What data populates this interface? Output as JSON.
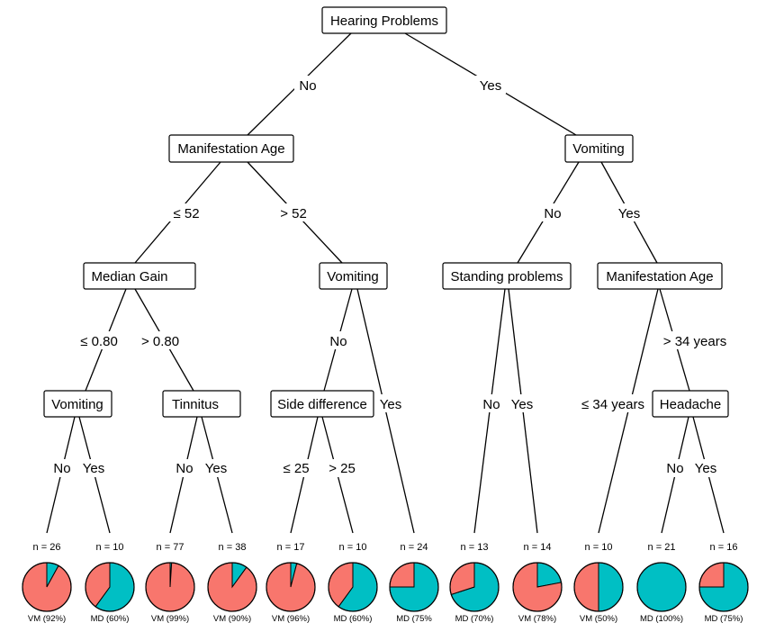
{
  "diagram": {
    "colors": {
      "VM": "#F8766D",
      "MD": "#00BFC4"
    },
    "nodes": [
      {
        "id": "root",
        "label": "Hearing Problems"
      },
      {
        "id": "ma1",
        "label": "Manifestation Age"
      },
      {
        "id": "vom1",
        "label": "Vomiting"
      },
      {
        "id": "mg",
        "label": "Median Gain"
      },
      {
        "id": "vom2",
        "label": "Vomiting"
      },
      {
        "id": "sp",
        "label": "Standing problems"
      },
      {
        "id": "ma2",
        "label": "Manifestation Age"
      },
      {
        "id": "vom3",
        "label": "Vomiting"
      },
      {
        "id": "tin",
        "label": "Tinnitus"
      },
      {
        "id": "sd",
        "label": "Side difference"
      },
      {
        "id": "head",
        "label": "Headache"
      }
    ],
    "edges": [
      {
        "id": "e1",
        "label": "No"
      },
      {
        "id": "e2",
        "label": "Yes"
      },
      {
        "id": "e3",
        "label": "≤ 52"
      },
      {
        "id": "e4",
        "label": "> 52"
      },
      {
        "id": "e5",
        "label": "No"
      },
      {
        "id": "e6",
        "label": "Yes"
      },
      {
        "id": "e7",
        "label": "≤ 0.80"
      },
      {
        "id": "e8",
        "label": "> 0.80"
      },
      {
        "id": "e9",
        "label": "No"
      },
      {
        "id": "e10",
        "label": "Yes"
      },
      {
        "id": "e11",
        "label": "No"
      },
      {
        "id": "e12",
        "label": "Yes"
      },
      {
        "id": "e13",
        "label": "≤ 34 years"
      },
      {
        "id": "e14",
        "label": "> 34 years"
      },
      {
        "id": "e15",
        "label": "No"
      },
      {
        "id": "e16",
        "label": "Yes"
      },
      {
        "id": "e17",
        "label": "No"
      },
      {
        "id": "e18",
        "label": "Yes"
      },
      {
        "id": "e19",
        "label": "≤ 25"
      },
      {
        "id": "e20",
        "label": "> 25"
      },
      {
        "id": "e21",
        "label": "No"
      },
      {
        "id": "e22",
        "label": "Yes"
      }
    ],
    "leaves": [
      {
        "n": "n = 26",
        "cls": "VM (92%)",
        "vm": 0.92
      },
      {
        "n": "n = 10",
        "cls": "MD (60%)",
        "vm": 0.4
      },
      {
        "n": "n = 77",
        "cls": "VM (99%)",
        "vm": 0.99
      },
      {
        "n": "n = 38",
        "cls": "VM (90%)",
        "vm": 0.9
      },
      {
        "n": "n = 17",
        "cls": "VM (96%)",
        "vm": 0.96
      },
      {
        "n": "n = 10",
        "cls": "MD (60%)",
        "vm": 0.4
      },
      {
        "n": "n = 24",
        "cls": "MD (75%",
        "vm": 0.25
      },
      {
        "n": "n = 13",
        "cls": "MD (70%)",
        "vm": 0.3
      },
      {
        "n": "n = 14",
        "cls": "VM (78%)",
        "vm": 0.78
      },
      {
        "n": "n = 10",
        "cls": "VM (50%)",
        "vm": 0.5
      },
      {
        "n": "n = 21",
        "cls": "MD (100%)",
        "vm": 0.0
      },
      {
        "n": "n = 16",
        "cls": "MD (75%)",
        "vm": 0.25
      }
    ]
  }
}
